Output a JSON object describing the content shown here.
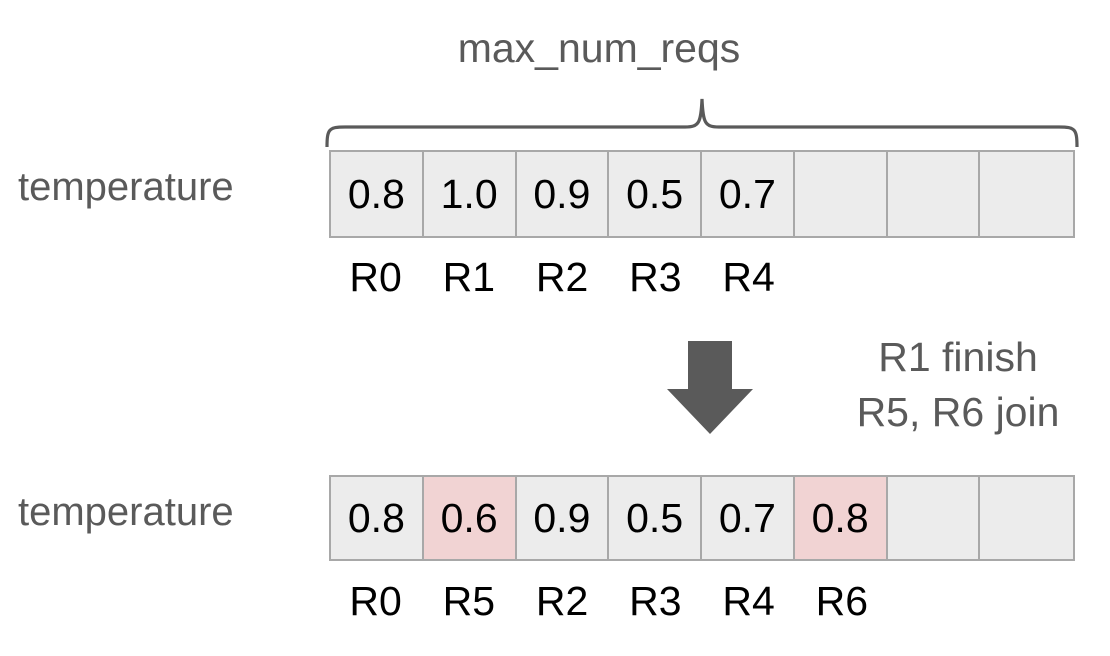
{
  "diagram": {
    "title_bracket": "max_num_reqs",
    "arrow_icon": "down-arrow-icon",
    "brace_icon": "curly-brace-icon",
    "transition_note": {
      "line1": "R1 finish",
      "line2": "R5, R6 join"
    },
    "colors": {
      "cell_background": "#ececec",
      "cell_highlight": "#f1d3d3",
      "cell_border": "#a8a8a8",
      "gray_text": "#5a5a5a",
      "black_text": "#000000",
      "arrow": "#5a5a5a",
      "page_background": "#ffffff"
    },
    "rows": [
      {
        "label": "temperature",
        "cells": [
          {
            "value": "0.8",
            "highlight": false,
            "index": "R0"
          },
          {
            "value": "1.0",
            "highlight": false,
            "index": "R1"
          },
          {
            "value": "0.9",
            "highlight": false,
            "index": "R2"
          },
          {
            "value": "0.5",
            "highlight": false,
            "index": "R3"
          },
          {
            "value": "0.7",
            "highlight": false,
            "index": "R4"
          },
          {
            "value": "",
            "highlight": false,
            "index": ""
          },
          {
            "value": "",
            "highlight": false,
            "index": ""
          },
          {
            "value": "",
            "highlight": false,
            "index": ""
          }
        ]
      },
      {
        "label": "temperature",
        "cells": [
          {
            "value": "0.8",
            "highlight": false,
            "index": "R0"
          },
          {
            "value": "0.6",
            "highlight": true,
            "index": "R5"
          },
          {
            "value": "0.9",
            "highlight": false,
            "index": "R2"
          },
          {
            "value": "0.5",
            "highlight": false,
            "index": "R3"
          },
          {
            "value": "0.7",
            "highlight": false,
            "index": "R4"
          },
          {
            "value": "0.8",
            "highlight": true,
            "index": "R6"
          },
          {
            "value": "",
            "highlight": false,
            "index": ""
          },
          {
            "value": "",
            "highlight": false,
            "index": ""
          }
        ]
      }
    ]
  }
}
